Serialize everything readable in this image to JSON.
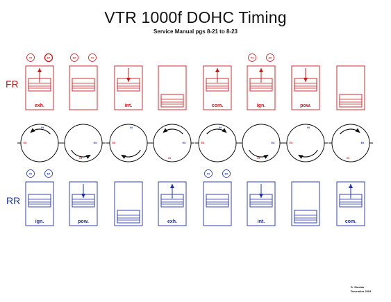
{
  "title": "VTR 1000f DOHC Timing",
  "subtitle": "Service Manual pgs 8-21 to 8-23",
  "banks": {
    "front": "FR",
    "rear": "RR"
  },
  "colors": {
    "front": "#d01818",
    "rear": "#1a2fb0",
    "ink": "#111111"
  },
  "front_cylinder": [
    {
      "label": "exh.",
      "piston": "top",
      "arrow": "up",
      "valves": [
        "IN",
        "EX"
      ],
      "valve_highlight": "EX"
    },
    {
      "label": "",
      "piston": "top",
      "arrow": "none",
      "valves": [
        "EX",
        "IN"
      ],
      "valve_highlight": ""
    },
    {
      "label": "int.",
      "piston": "top",
      "arrow": "down",
      "valves": [],
      "valve_highlight": ""
    },
    {
      "label": "",
      "piston": "bottom",
      "arrow": "none",
      "valves": [],
      "valve_highlight": ""
    },
    {
      "label": "com.",
      "piston": "top",
      "arrow": "up",
      "valves": [],
      "valve_highlight": ""
    },
    {
      "label": "ign.",
      "piston": "top",
      "arrow": "up",
      "valves": [
        "IN",
        "EX"
      ],
      "valve_highlight": ""
    },
    {
      "label": "pow.",
      "piston": "top",
      "arrow": "down",
      "valves": [],
      "valve_highlight": ""
    },
    {
      "label": "",
      "piston": "bottom",
      "arrow": "none",
      "valves": [],
      "valve_highlight": ""
    }
  ],
  "cam_wheels": [
    {
      "marks": [
        "IN",
        "EX"
      ],
      "rotation": "ccw-top"
    },
    {
      "marks": [
        "EX",
        "IN"
      ],
      "rotation": "cw-bottom"
    },
    {
      "marks": [
        "IN",
        "EX"
      ],
      "rotation": "ccw-bottom"
    },
    {
      "marks": [
        "EX",
        "IN"
      ],
      "rotation": "ccw-top"
    },
    {
      "marks": [
        "IN",
        "EX"
      ],
      "rotation": "cw-top"
    },
    {
      "marks": [
        "EX",
        "IN"
      ],
      "rotation": "cw-bottom"
    },
    {
      "marks": [
        "IN",
        "EX"
      ],
      "rotation": "ccw-bottom"
    },
    {
      "marks": [
        "EX",
        "IN"
      ],
      "rotation": "cw-top"
    }
  ],
  "rear_cylinder": [
    {
      "label": "ign.",
      "piston": "top",
      "arrow": "none",
      "valves": [
        "IN",
        "EX"
      ],
      "valve_highlight": ""
    },
    {
      "label": "pow.",
      "piston": "top",
      "arrow": "down",
      "valves": [],
      "valve_highlight": ""
    },
    {
      "label": "",
      "piston": "bottom",
      "arrow": "none",
      "valves": [],
      "valve_highlight": ""
    },
    {
      "label": "exh.",
      "piston": "top",
      "arrow": "up",
      "valves": [],
      "valve_highlight": ""
    },
    {
      "label": "",
      "piston": "top",
      "arrow": "none",
      "valves": [
        "IN",
        "EX"
      ],
      "valve_highlight": ""
    },
    {
      "label": "int.",
      "piston": "top",
      "arrow": "down",
      "valves": [],
      "valve_highlight": ""
    },
    {
      "label": "",
      "piston": "bottom",
      "arrow": "none",
      "valves": [],
      "valve_highlight": ""
    },
    {
      "label": "com.",
      "piston": "top",
      "arrow": "up",
      "valves": [],
      "valve_highlight": ""
    }
  ],
  "author": {
    "name": "D. Sinclair",
    "date": "December 2004"
  }
}
